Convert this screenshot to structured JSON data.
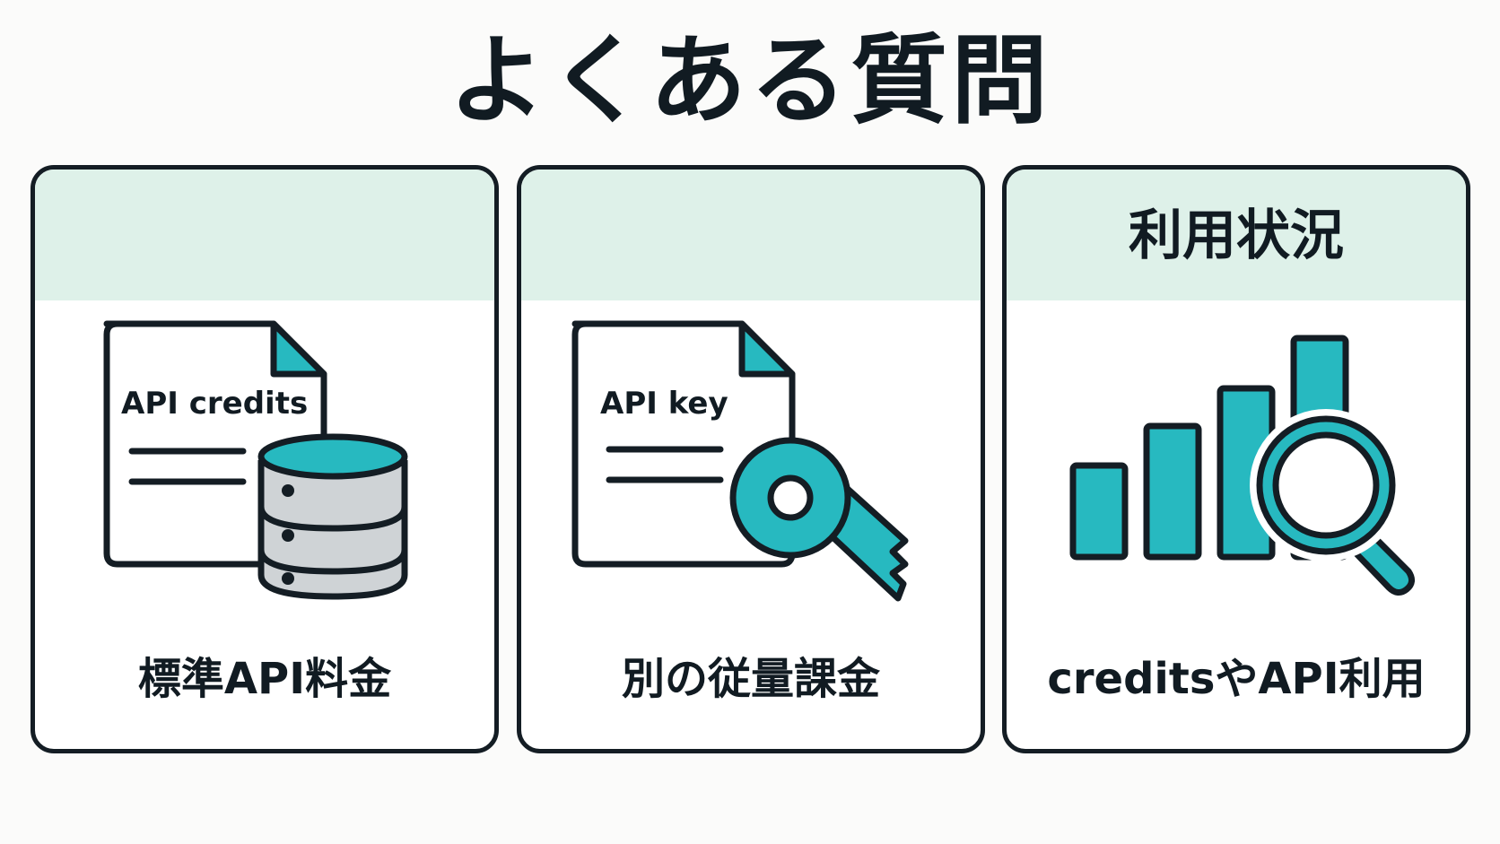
{
  "page": {
    "title": "よくある質問"
  },
  "cards": [
    {
      "header": "",
      "icon": "document-database-icon",
      "doc_label": "API credits",
      "footer": "標準API料金"
    },
    {
      "header": "",
      "icon": "document-key-icon",
      "doc_label": "API key",
      "footer": "別の従量課金"
    },
    {
      "header": "利用状況",
      "icon": "bar-chart-magnifier-icon",
      "footer": "creditsやAPI利用"
    }
  ],
  "colors": {
    "accent": "#27b9c0",
    "header_band": "#def1e9",
    "outline": "#141d24",
    "database_gray": "#cfd3d6"
  }
}
